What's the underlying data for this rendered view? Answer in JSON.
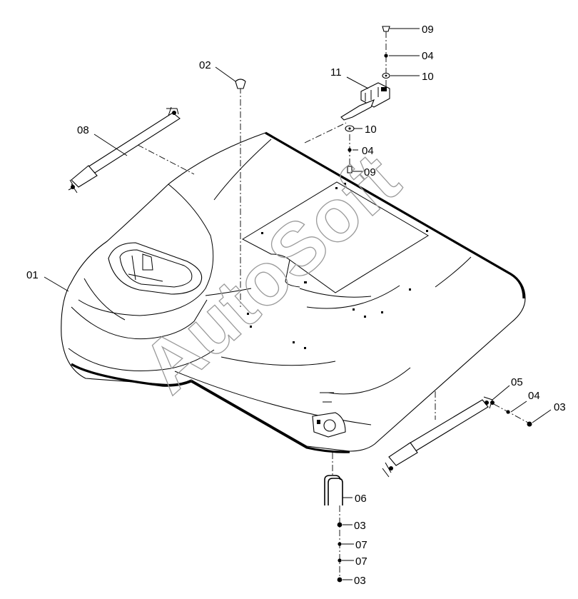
{
  "watermark": "AutoSoft",
  "callouts": [
    {
      "id": "c01",
      "label": "01"
    },
    {
      "id": "c02",
      "label": "02"
    },
    {
      "id": "c03a",
      "label": "03"
    },
    {
      "id": "c03b",
      "label": "03"
    },
    {
      "id": "c03c",
      "label": "03"
    },
    {
      "id": "c04a",
      "label": "04"
    },
    {
      "id": "c04b",
      "label": "04"
    },
    {
      "id": "c04c",
      "label": "04"
    },
    {
      "id": "c05",
      "label": "05"
    },
    {
      "id": "c06",
      "label": "06"
    },
    {
      "id": "c07a",
      "label": "07"
    },
    {
      "id": "c07b",
      "label": "07"
    },
    {
      "id": "c08",
      "label": "08"
    },
    {
      "id": "c09a",
      "label": "09"
    },
    {
      "id": "c09b",
      "label": "09"
    },
    {
      "id": "c10a",
      "label": "10"
    },
    {
      "id": "c10b",
      "label": "10"
    },
    {
      "id": "c11",
      "label": "11"
    }
  ]
}
